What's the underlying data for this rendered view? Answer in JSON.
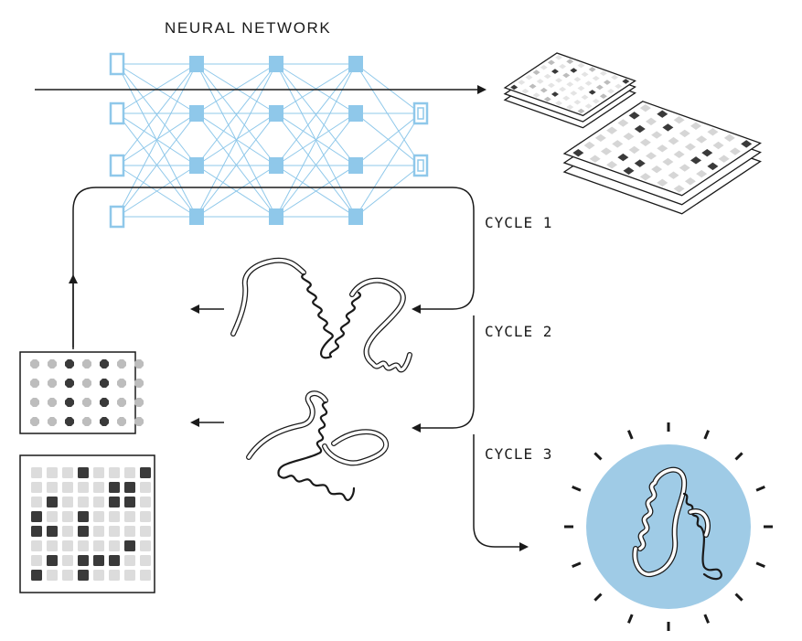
{
  "title": "NEURAL NETWORK",
  "cycles": [
    "CYCLE 1",
    "CYCLE 2",
    "CYCLE 3"
  ],
  "colors": {
    "network": "#8fc8ea",
    "node_fill": "#8fc8ea",
    "highlight_circle": "#9fcbe6",
    "dark_cell": "#3a3a3a",
    "mid_cell": "#8a8a8a",
    "light_cell": "#dcdcdc",
    "line": "#1a1a1a"
  },
  "icons": [
    "input-node-icon",
    "hidden-node-icon",
    "output-node-icon",
    "arrow-icon",
    "distance-matrix-icon",
    "protein-structure-icon",
    "contact-map-icon"
  ]
}
